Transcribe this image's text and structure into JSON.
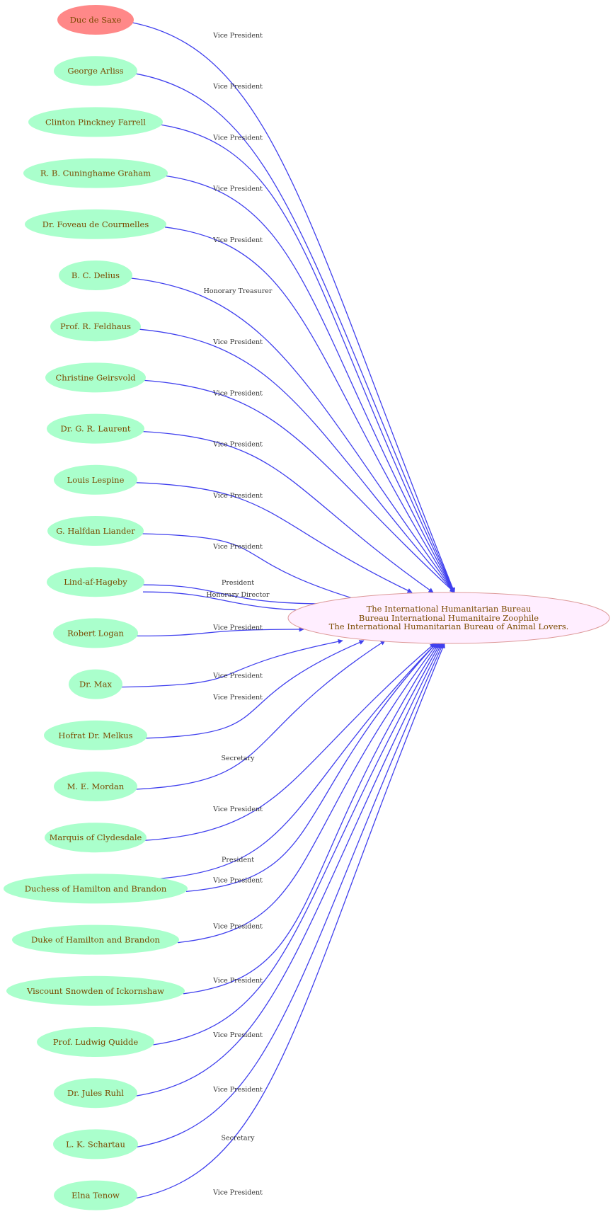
{
  "diagram": {
    "target": {
      "lines": [
        "The International Humanitarian Bureau",
        "Bureau International Humanitaire Zoophile",
        "The International Humanitarian Bureau of Animal Lovers."
      ]
    },
    "colors": {
      "edge": "#4040ee",
      "node_fill": "#aaffcc",
      "highlight_fill": "#ff8888",
      "target_fill": "#ffeeff",
      "target_stroke": "#dd9999",
      "node_text": "#7a4a00",
      "edge_text": "#333333"
    },
    "nodes": [
      {
        "name": "Duc de Saxe",
        "role": "Vice President",
        "highlight": true
      },
      {
        "name": "George Arliss",
        "role": "Vice President"
      },
      {
        "name": "Clinton Pinckney Farrell",
        "role": "Vice President"
      },
      {
        "name": "R. B. Cuninghame Graham",
        "role": "Vice President"
      },
      {
        "name": "Dr. Foveau de Courmelles",
        "role": "Vice President"
      },
      {
        "name": "B. C. Delius",
        "role": "Honorary Treasurer"
      },
      {
        "name": "Prof. R. Feldhaus",
        "role": "Vice President"
      },
      {
        "name": "Christine Geirsvold",
        "role": "Vice President"
      },
      {
        "name": "Dr. G. R. Laurent",
        "role": "Vice President"
      },
      {
        "name": "Louis Lespine",
        "role": "Vice President"
      },
      {
        "name": "G. Halfdan Liander",
        "role": "Vice President"
      },
      {
        "name": "Lind-af-Hageby",
        "role": "President",
        "role2": "Honorary Director"
      },
      {
        "name": "Robert Logan",
        "role": "Vice President"
      },
      {
        "name": "Dr. Max",
        "role": "Vice President"
      },
      {
        "name": "Hofrat Dr. Melkus",
        "role": "Vice President"
      },
      {
        "name": "M. E. Mordan",
        "role": "Secretary"
      },
      {
        "name": "Marquis of Clydesdale",
        "role": "Vice President"
      },
      {
        "name": "Duchess of Hamilton and Brandon",
        "role": "President",
        "role2": "Vice President"
      },
      {
        "name": "Duke of Hamilton and Brandon",
        "role": "Vice President"
      },
      {
        "name": "Viscount Snowden of Ickornshaw",
        "role": "Vice President"
      },
      {
        "name": "Prof. Ludwig Quidde",
        "role": "Vice President"
      },
      {
        "name": "Dr. Jules Ruhl",
        "role": "Vice President"
      },
      {
        "name": "L. K. Schartau",
        "role": "Secretary"
      },
      {
        "name": "Elna Tenow",
        "role": "Vice President"
      }
    ]
  }
}
